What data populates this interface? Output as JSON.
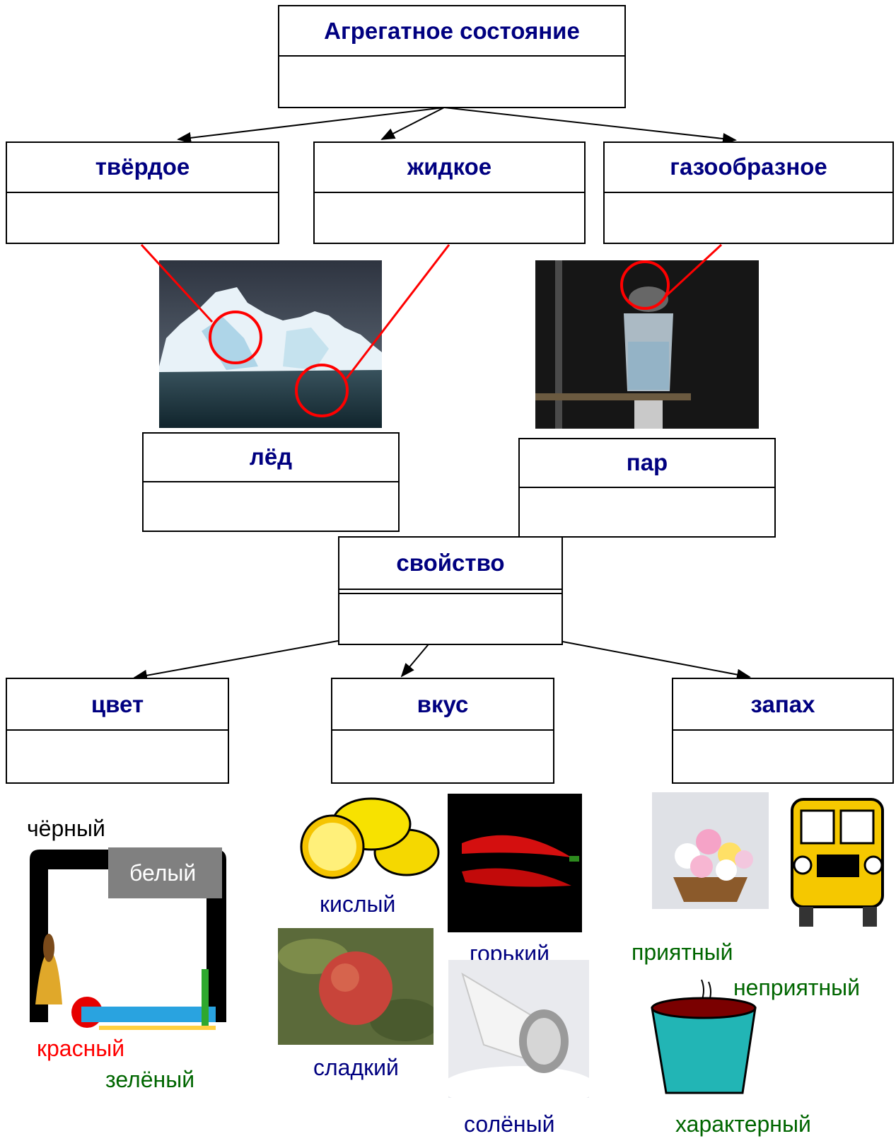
{
  "colors": {
    "heading": "#000080",
    "line": "#000000",
    "highlight": "#ff0000",
    "blue_word": "#000080",
    "red_word": "#ff0000",
    "green_word": "#006600",
    "gray_box": "#808080"
  },
  "top": {
    "title": "Агрегатное состояние"
  },
  "states": [
    {
      "title": "твёрдое"
    },
    {
      "title": "жидкое"
    },
    {
      "title": "газообразное"
    }
  ],
  "substances": [
    {
      "title": "лёд",
      "picture": "iceberg-photo"
    },
    {
      "title": "пар",
      "picture": "beaker-steam-photo"
    }
  ],
  "property": {
    "title": "свойство"
  },
  "properties": [
    {
      "title": "цвет"
    },
    {
      "title": "вкус"
    },
    {
      "title": "запах"
    }
  ],
  "color_words": {
    "black": "чёрный",
    "white": "белый",
    "red": "красный",
    "green": "зелёный"
  },
  "taste_words": {
    "sour": "кислый",
    "bitter": "горький",
    "sweet": "сладкий",
    "salty": "солёный"
  },
  "smell_words": {
    "pleasant": "приятный",
    "unpleasant": "неприятный",
    "characteristic": "характерный"
  },
  "pictures": [
    "iceberg-photo",
    "beaker-steam-photo",
    "blackboard-frame-clipart",
    "lemons-clipart",
    "red-pepper-photo",
    "apple-photo",
    "salt-shaker-photo",
    "flower-basket-photo",
    "school-bus-clipart",
    "steaming-cup-clipart"
  ]
}
